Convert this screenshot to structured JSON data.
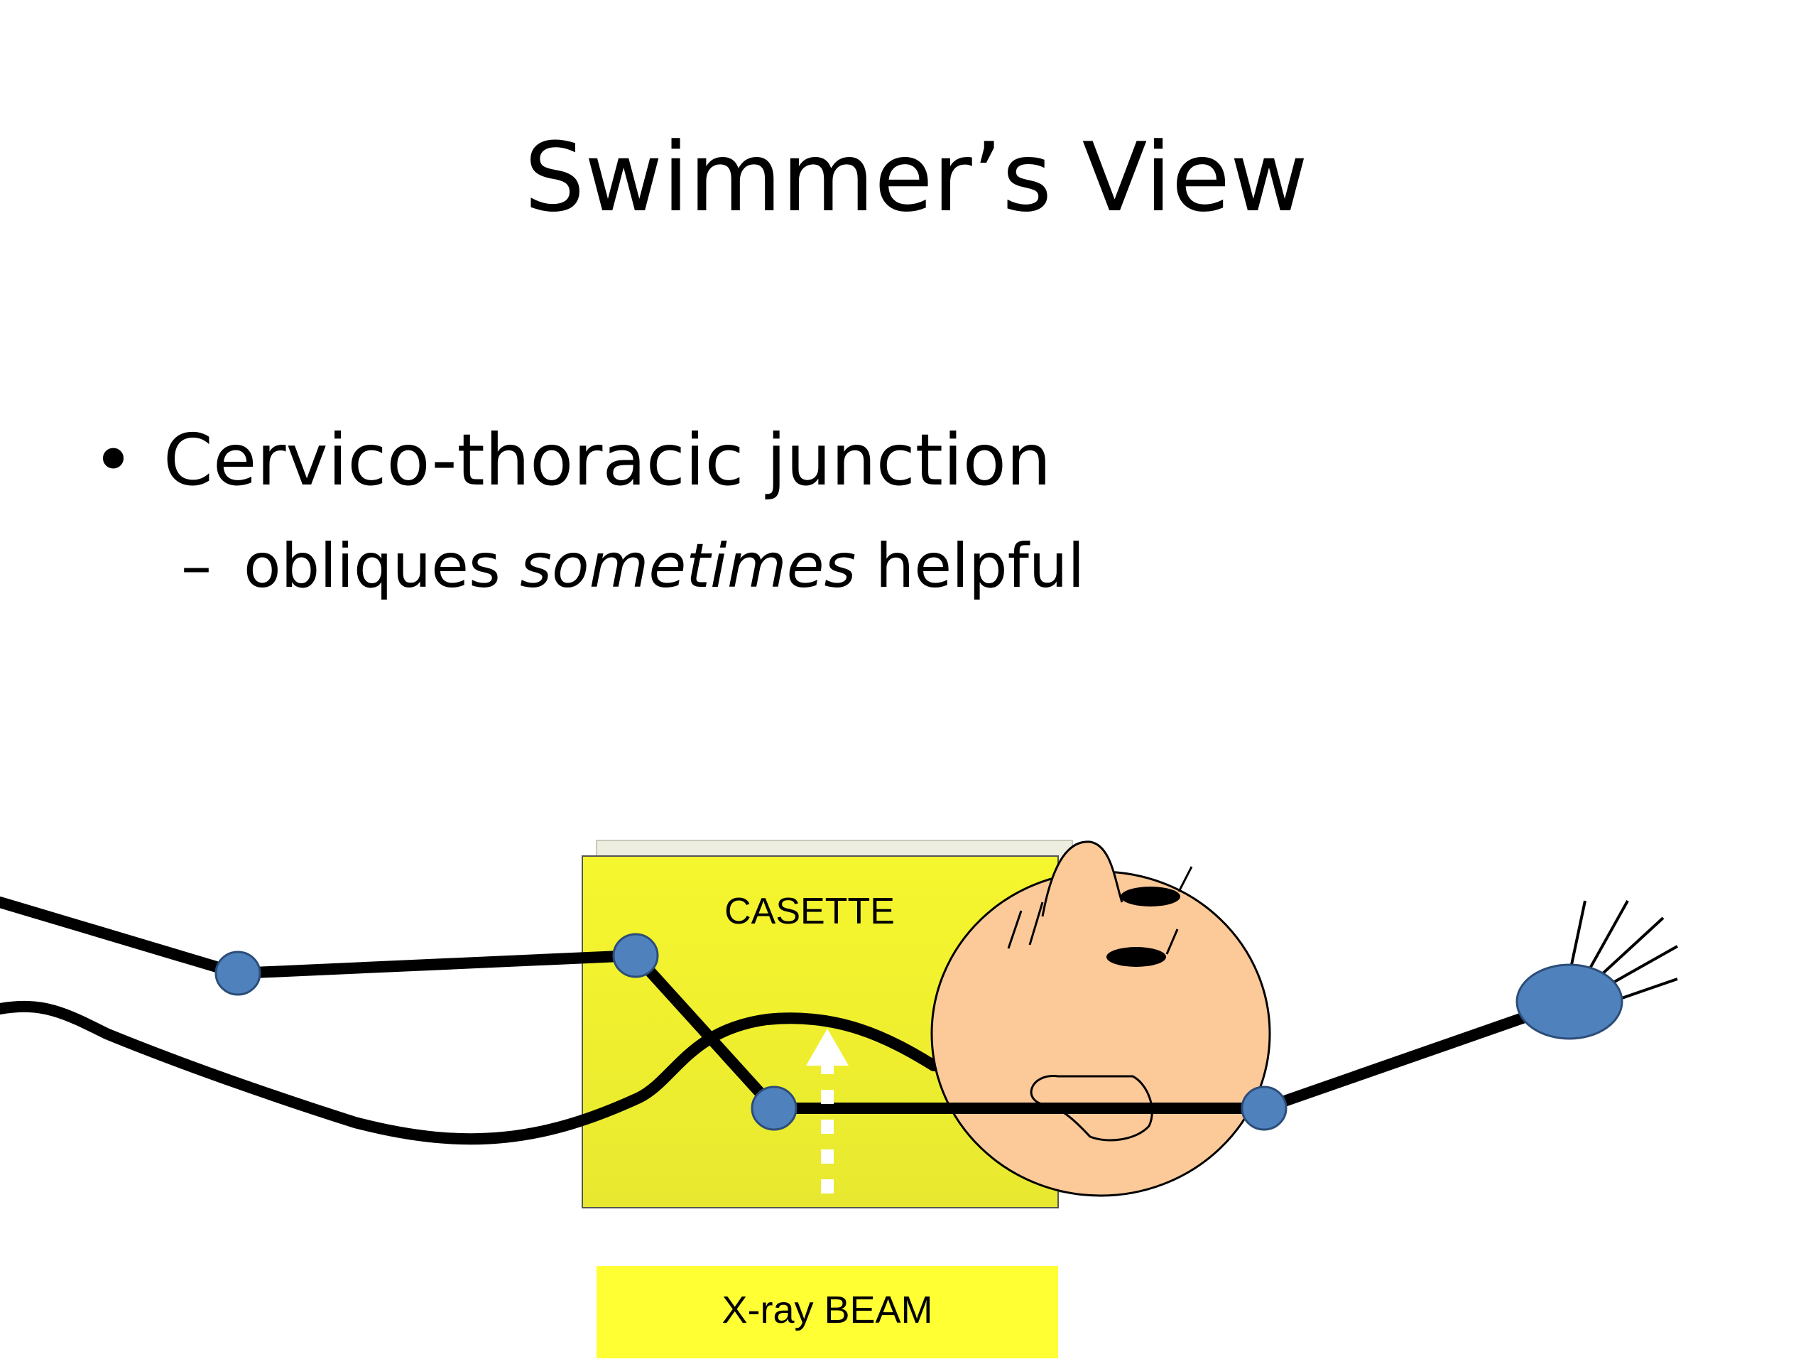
{
  "slide": {
    "title": "Swimmer’s View",
    "bullets": [
      {
        "level": 1,
        "marker": "•",
        "text": "Cervico-thoracic junction"
      },
      {
        "level": 2,
        "marker": "–",
        "text_before": "obliques ",
        "text_emphasis": "sometimes",
        "text_after": " helpful"
      }
    ]
  },
  "diagram": {
    "casette_label": "CASETTE",
    "beam_label": "X-ray BEAM",
    "colors": {
      "casette_fill": "#f2f22a",
      "beam_box_fill": "#ffff33",
      "skin": "#fcc999",
      "joint": "#4f81bd",
      "beam_arrow": "#ffffff",
      "limb": "#000000"
    }
  }
}
